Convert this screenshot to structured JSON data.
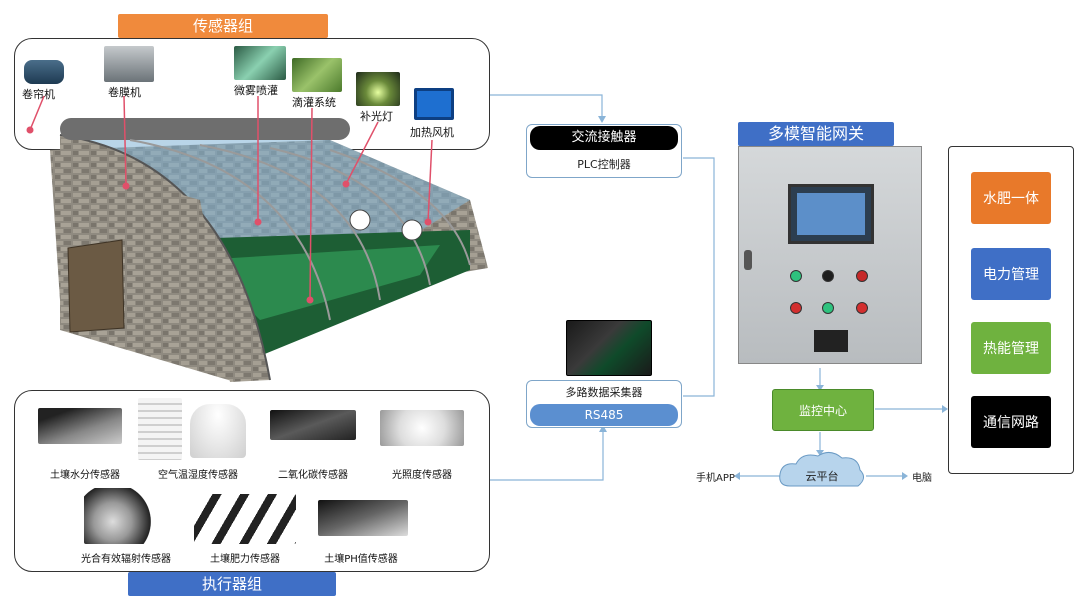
{
  "sensor_group": {
    "title": "传感器组",
    "items": [
      "卷帘机",
      "卷膜机",
      "微雾喷灌",
      "滴灌系统",
      "补光灯",
      "加热风机"
    ]
  },
  "actuator_group": {
    "title": "执行器组",
    "row1": [
      "土壤水分传感器",
      "空气温湿度传感器",
      "二氧化碳传感器",
      "光照度传感器"
    ],
    "row2": [
      "光合有效辐射传感器",
      "土壤肥力传感器",
      "土壤PH值传感器"
    ]
  },
  "contactor": {
    "title": "交流接触器",
    "sub": "PLC控制器"
  },
  "collector": {
    "title": "多路数据采集器",
    "sub": "RS485"
  },
  "gateway": {
    "title": "多模智能网关"
  },
  "monitor": {
    "label": "监控中心"
  },
  "cloud": {
    "label": "云平台"
  },
  "phone": {
    "label": "手机APP"
  },
  "pc": {
    "label": "电脑"
  },
  "side_panel": {
    "items": [
      {
        "label": "水肥一体",
        "color": "#e8792a"
      },
      {
        "label": "电力管理",
        "color": "#3f6fc6"
      },
      {
        "label": "热能管理",
        "color": "#6fb23f"
      },
      {
        "label": "通信网路",
        "color": "#000000"
      }
    ]
  },
  "colors": {
    "orange": "#f08a3c",
    "blue": "#3f6fc6",
    "green": "#5aa02c",
    "line": "#8ab4d8"
  }
}
